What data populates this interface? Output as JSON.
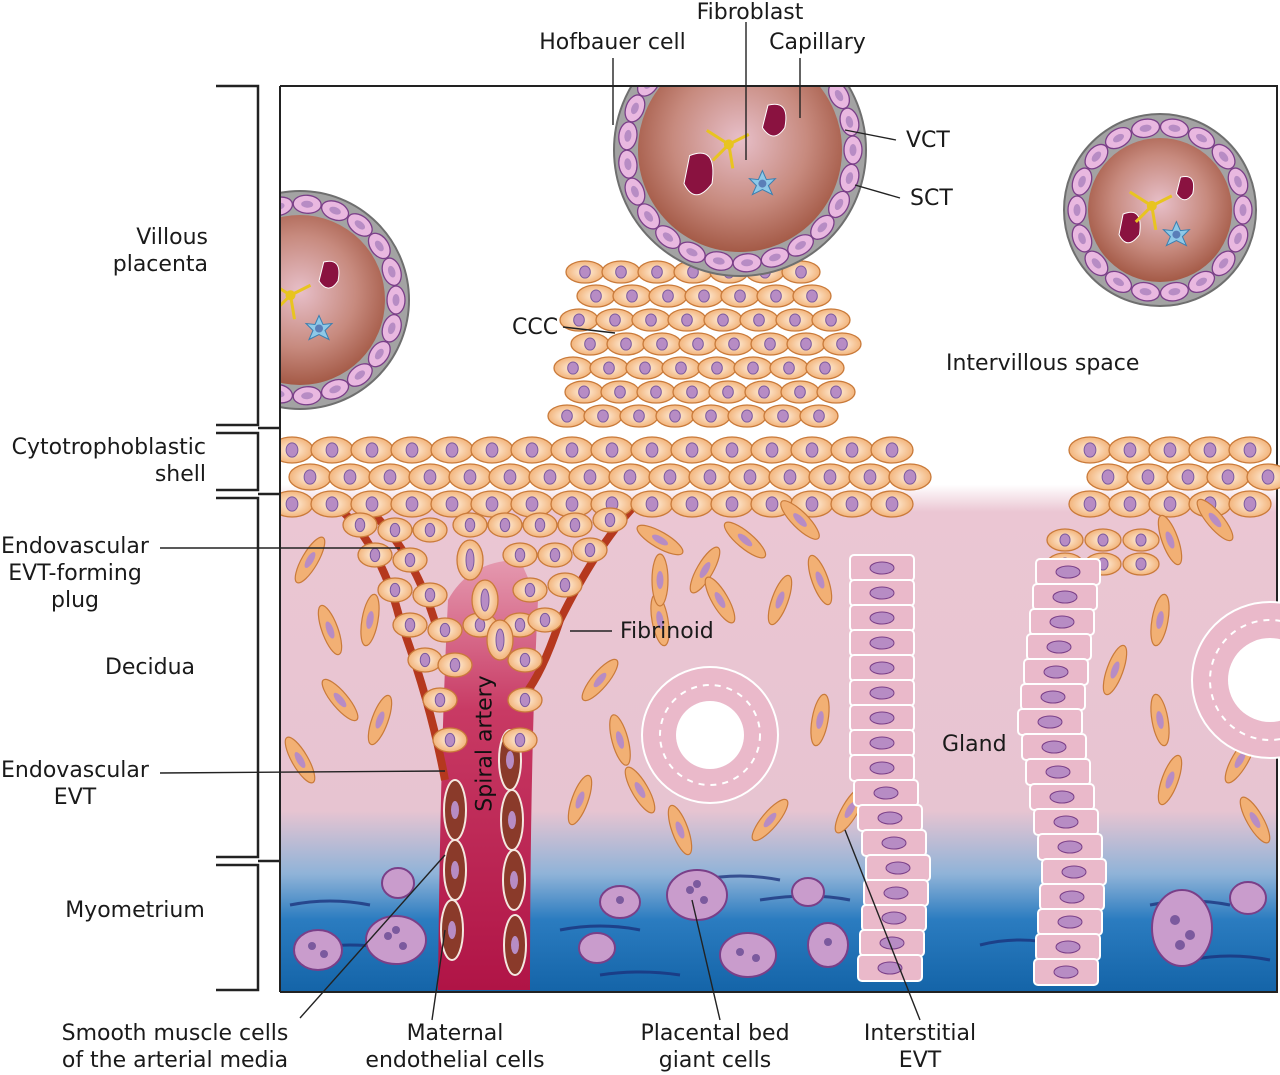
{
  "top_labels": {
    "fibroblast": "Fibroblast",
    "hofbauer": "Hofbauer cell",
    "capillary": "Capillary",
    "vct": "VCT",
    "sct": "SCT",
    "ccc": "CCC",
    "intervillous": "Intervillous space",
    "fibrinoid": "Fibrinoid",
    "gland": "Gland",
    "spiral_artery": "Spiral artery"
  },
  "regions": {
    "villous_l1": "Villous",
    "villous_l2": "placenta",
    "shell_l1": "Cytotrophoblastic",
    "shell_l2": "shell",
    "plug_l1": "Endovascular",
    "plug_l2": "EVT-forming",
    "plug_l3": "plug",
    "decidua": "Decidua",
    "evt_l1": "Endovascular",
    "evt_l2": "EVT",
    "myometrium": "Myometrium"
  },
  "bottom_labels": {
    "smooth_l1": "Smooth muscle cells",
    "smooth_l2": "of the arterial media",
    "maternal_l1": "Maternal",
    "maternal_l2": "endothelial cells",
    "giant_l1": "Placental bed",
    "giant_l2": "giant cells",
    "interstitial_l1": "Interstitial",
    "interstitial_l2": "EVT"
  },
  "colors": {
    "decidua": "#e8c6d2",
    "myometrium": "#1c6fb3",
    "trophoblast": "#f2b074",
    "nucleus": "#b78cc4",
    "villous_stroma": "#a65a45",
    "fibrinoid": "#b5381e",
    "artery": "#b8164a",
    "syncytium": "#9b9b9b",
    "gland_cell": "#e7b7c8"
  }
}
